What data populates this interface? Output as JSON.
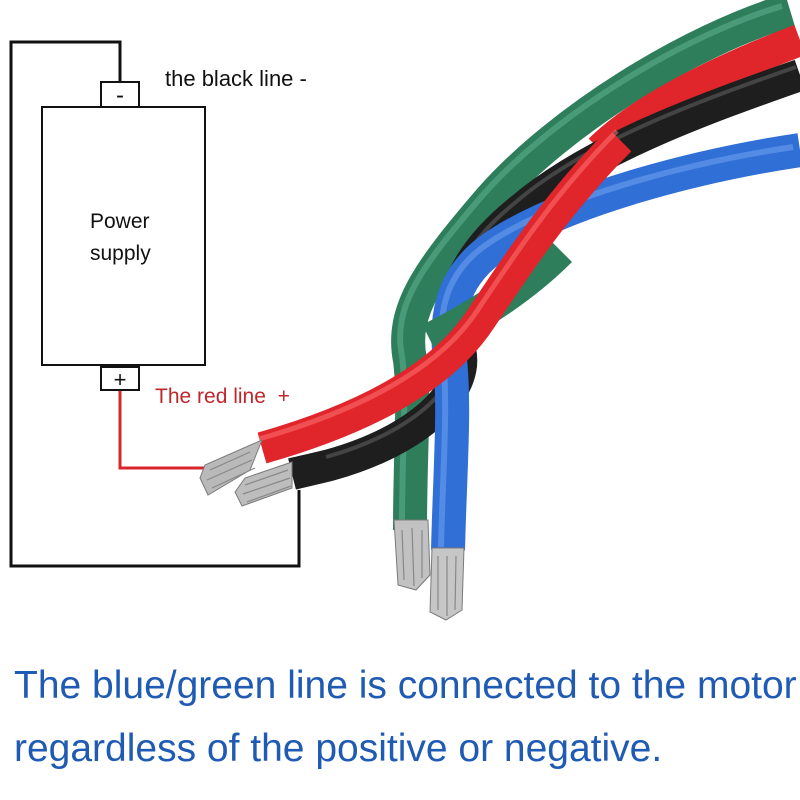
{
  "diagram": {
    "power_supply": {
      "label_line1": "Power",
      "label_line2": "supply",
      "negative_terminal": "-",
      "positive_terminal": "+"
    },
    "labels": {
      "black_line": "the black line -",
      "red_line": "The red line  +"
    },
    "wires": [
      {
        "name": "green",
        "color": "#2e7d5b"
      },
      {
        "name": "red",
        "color": "#e0262b"
      },
      {
        "name": "black",
        "color": "#1e1e1e"
      },
      {
        "name": "blue",
        "color": "#2f6fd6"
      }
    ],
    "colors": {
      "red_label": "#c0272d",
      "caption": "#1f5ab3",
      "circuit_red": "#d8262b",
      "circuit_black": "#111111"
    }
  },
  "caption": {
    "line1": "The blue/green line is connected to the motor",
    "line2": "regardless of the positive or negative."
  }
}
